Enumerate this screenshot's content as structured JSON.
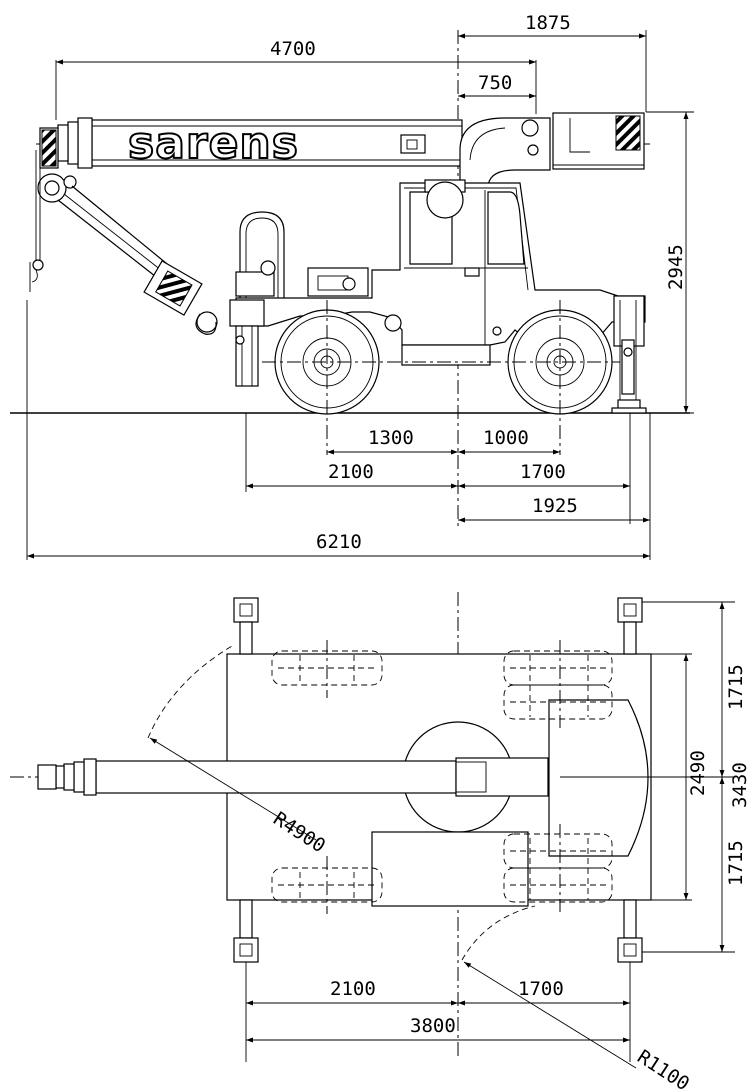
{
  "brand": {
    "label": "sarens"
  },
  "side_view": {
    "dims": {
      "top_a": "1875",
      "top_b": "4700",
      "top_c": "750",
      "height": "2945",
      "row1_left": "1300",
      "row1_right": "1000",
      "row2_left": "2100",
      "row2_right": "1700",
      "row3": "1925",
      "overall": "6210"
    }
  },
  "plan_view": {
    "dims": {
      "right_top": "1715",
      "right_mid": "2490",
      "right_total": "3430",
      "right_bot": "1715",
      "bottom_left": "2100",
      "bottom_right": "1700",
      "bottom_total": "3800",
      "radius_boom": "R4900",
      "radius_front": "R1100"
    }
  }
}
